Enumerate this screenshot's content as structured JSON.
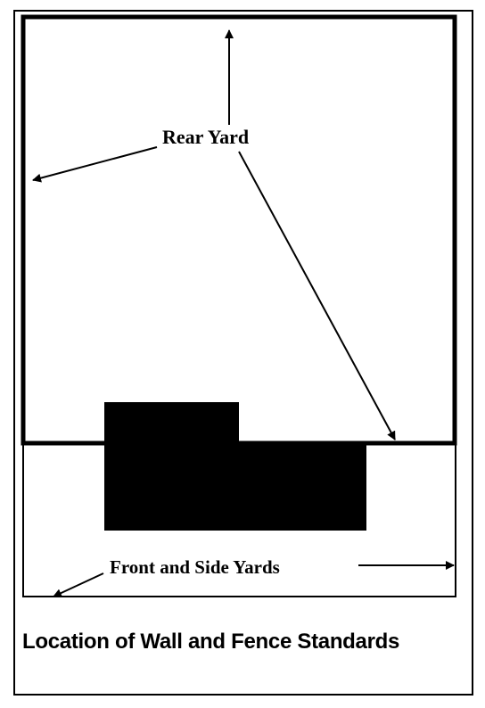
{
  "labels": {
    "rear_yard": "Rear Yard",
    "front_side_yards": "Front and Side Yards"
  },
  "caption": "Location of Wall and Fence Standards",
  "colors": {
    "ink": "#000000",
    "background": "#ffffff"
  }
}
